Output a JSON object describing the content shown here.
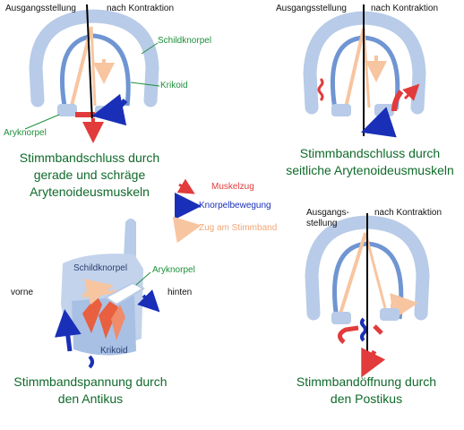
{
  "colors": {
    "muscle_pull": "#e23b3b",
    "cartilage_movement": "#1a2fb8",
    "vocal_fold_pull": "#f7c5a0",
    "cartilage_light": "#b8cbe8",
    "cartilage_dark": "#6f95d2",
    "caption_green": "#0f6a2a",
    "label_green": "#1d8f3a"
  },
  "panel1": {
    "label_start": "Ausgangsstellung",
    "label_end": "nach Kontraktion",
    "label_thyroid": "Schildknorpel",
    "label_cricoid": "Krikoid",
    "label_arytenoid": "Aryknorpel",
    "caption_line1": "Stimmbandschluss durch",
    "caption_line2": "gerade und schräge",
    "caption_line3": "Arytenoideusmuskeln"
  },
  "panel2": {
    "label_start": "Ausgangsstellung",
    "label_end": "nach Kontraktion",
    "caption_line1": "Stimmbandschluss durch",
    "caption_line2": "seitliche Arytenoideusmuskeln"
  },
  "legend": {
    "muscle_pull": "Muskelzug",
    "cartilage_movement": "Knorpelbewegung",
    "vocal_fold_pull": "Zug am Stimmband",
    "muscle_icon": "red-arrow-icon",
    "cartilage_icon": "blue-arrow-icon",
    "vocal_fold_icon": "peach-arrow-icon"
  },
  "panel3": {
    "label_front": "vorne",
    "label_back": "hinten",
    "label_thyroid": "Schildknorpel",
    "label_arytenoid": "Aryknorpel",
    "label_cricoid": "Krikoid",
    "caption_line1": "Stimmbandspannung durch",
    "caption_line2": "den Antikus"
  },
  "panel4": {
    "label_start_line1": "Ausgangs-",
    "label_start_line2": "stellung",
    "label_end": "nach Kontraktion",
    "caption_line1": "Stimmbandöffnung durch",
    "caption_line2": "den Postikus"
  }
}
